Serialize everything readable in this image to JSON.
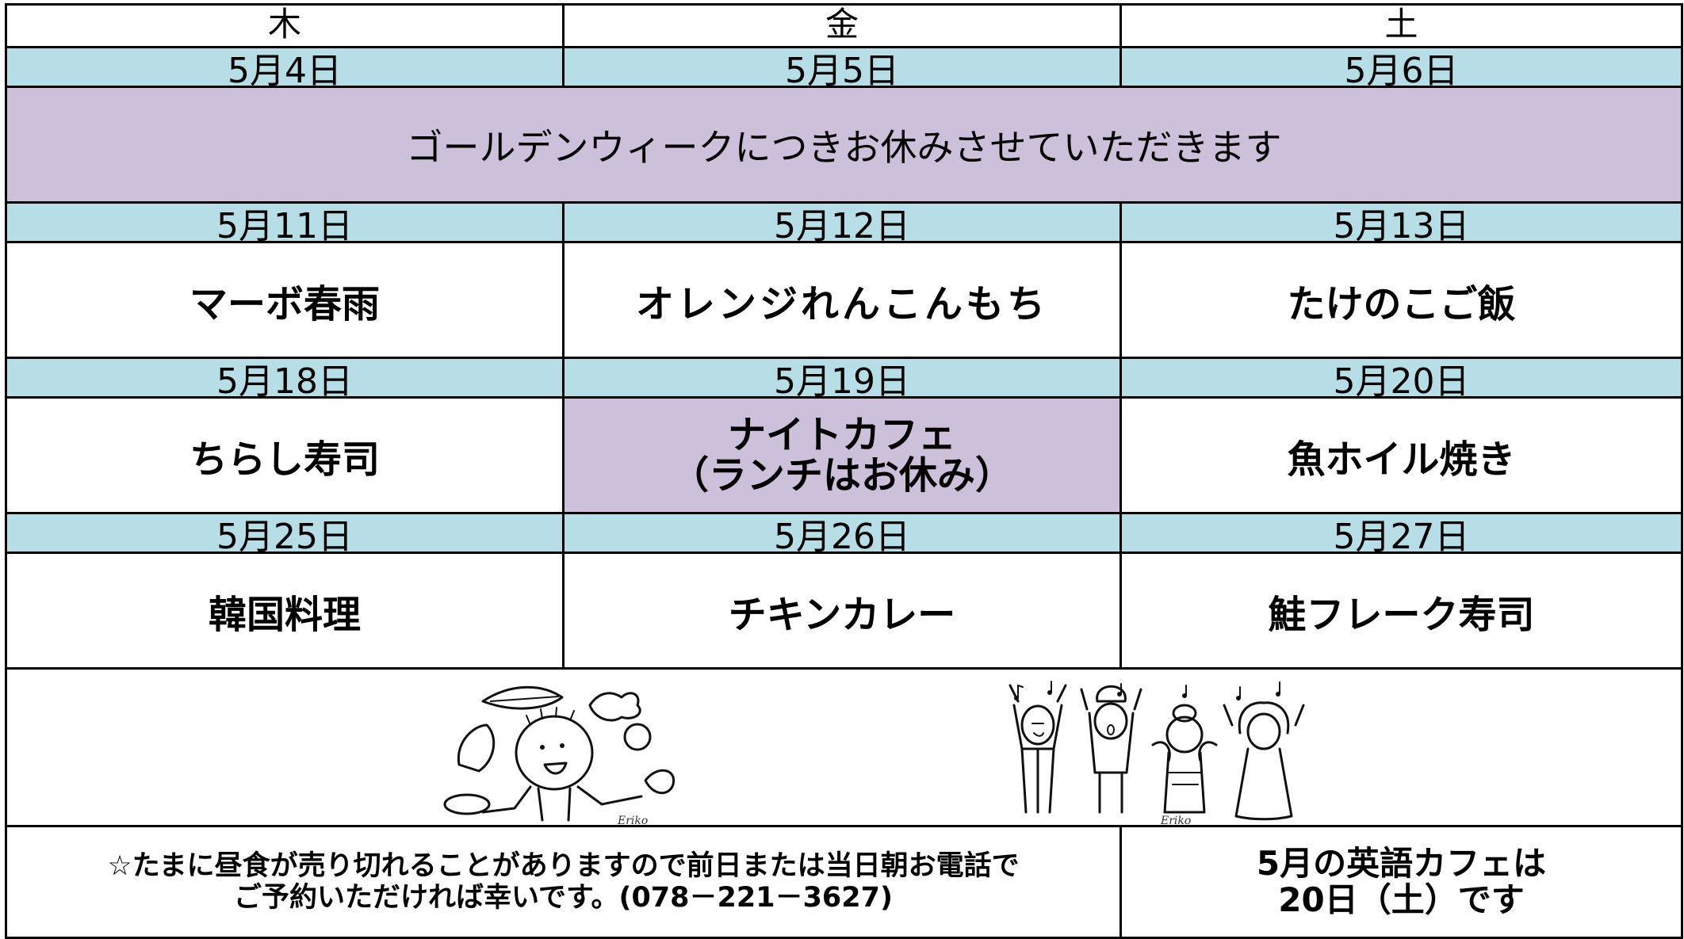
{
  "weekdays": [
    "木",
    "金",
    "土"
  ],
  "weeks": [
    {
      "dates": [
        "5月4日",
        "5月5日",
        "5月6日"
      ],
      "closed_notice": "ゴールデンウィークにつきお休みさせていただきます"
    },
    {
      "dates": [
        "5月11日",
        "5月12日",
        "5月13日"
      ],
      "menus": [
        "マーボ春雨",
        "オレンジれんこんもち",
        "たけのこご飯"
      ]
    },
    {
      "dates": [
        "5月18日",
        "5月19日",
        "5月20日"
      ],
      "menus": [
        "ちらし寿司",
        "ナイトカフェ",
        "魚ホイル焼き"
      ],
      "menu_note": "（ランチはお休み）"
    },
    {
      "dates": [
        "5月25日",
        "5月26日",
        "5月27日"
      ],
      "menus": [
        "韓国料理",
        "チキンカレー",
        "鮭フレーク寿司"
      ]
    }
  ],
  "illustrations": {
    "left": {
      "icon": "child-with-vegetables-illustration",
      "signature": "Eriko"
    },
    "right": {
      "icon": "singing-chefs-illustration",
      "signature": "Eriko"
    }
  },
  "notice": {
    "line1": "☆たまに昼食が売り切れることがありますので前日または当日朝お電話で",
    "line2": "ご予約いただければ幸いです。(078－221－3627)"
  },
  "english_cafe": {
    "line1": "5月の英語カフェは",
    "line2": "20日（土）です"
  },
  "colors": {
    "date_row": "#b7dde6",
    "highlight": "#ccc0da",
    "border": "#000000"
  }
}
